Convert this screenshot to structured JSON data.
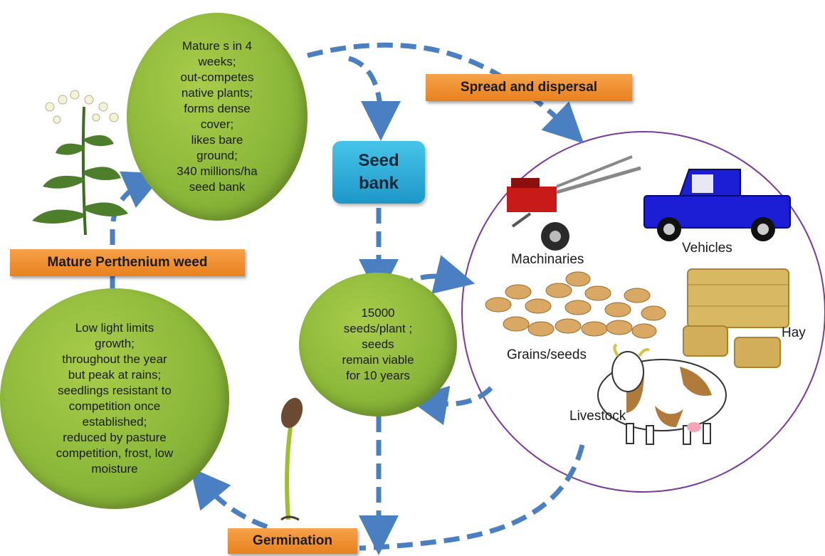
{
  "nodes": {
    "mature": "Mature s in 4\nweeks;\nout-competes\nnative plants;\nforms dense\ncover;\nlikes bare\nground;\n340 millions/ha\nseed bank",
    "seeds": "15000\nseeds/plant ;\nseeds\nremain viable\nfor 10 years",
    "growth": "Low light limits\ngrowth;\nthroughout the year\nbut peak at rains;\nseedlings resistant to\ncompetition once\nestablished;\nreduced by  pasture\ncompetition, frost, low\nmoisture"
  },
  "labels": {
    "spread": "Spread and dispersal",
    "mature_weed": "Mature Perthenium weed",
    "germination": "Germination"
  },
  "seed_bank": "Seed\nbank",
  "dispersal_agents": {
    "machinaries": "Machinaries",
    "vehicles": "Vehicles",
    "grains": "Grains/seeds",
    "hay": "Hay",
    "livestock": "Livestock"
  },
  "colors": {
    "arrow": "#4a7fc1",
    "node_green": "#8cb83a",
    "label_orange": "#f08c2a",
    "seed_bank_blue": "#2aa8d8",
    "frame_purple": "#7a3a9a"
  }
}
